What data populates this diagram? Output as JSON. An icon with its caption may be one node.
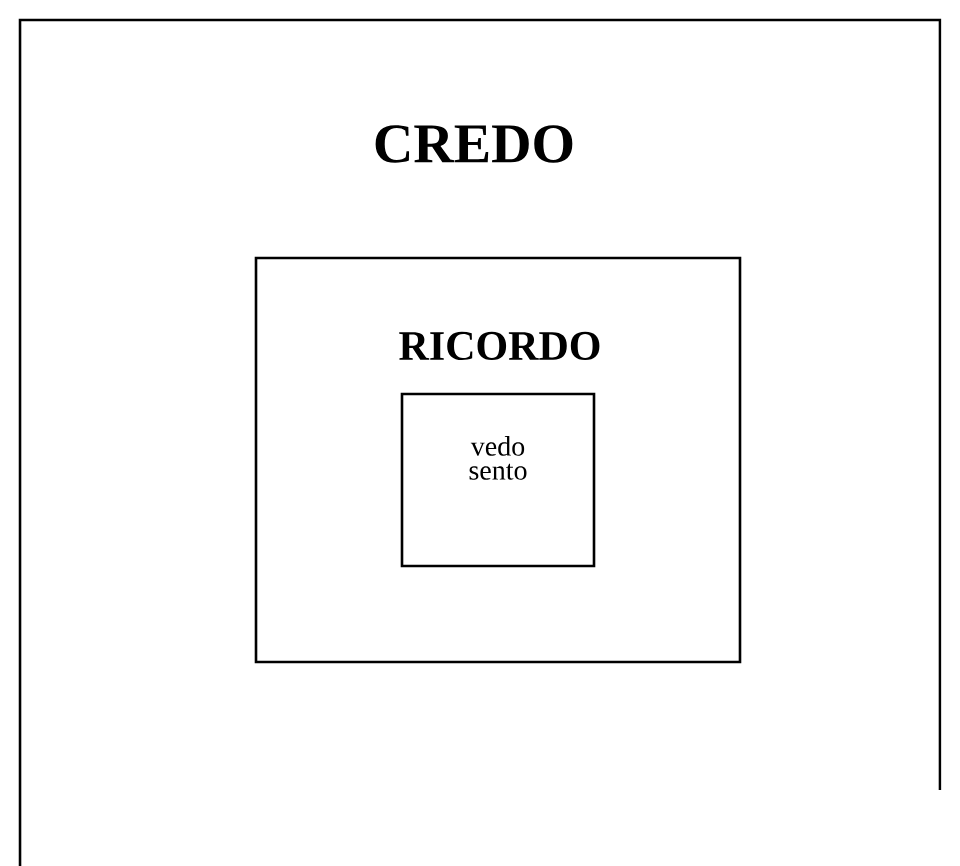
{
  "diagram": {
    "nodes": [
      {
        "text": [
          "CREDO"
        ]
      },
      {
        "text": [
          "RICORDO"
        ],
        "in": 0
      },
      {
        "text": [
          "vedo sento"
        ],
        "in": 1
      }
    ]
  }
}
